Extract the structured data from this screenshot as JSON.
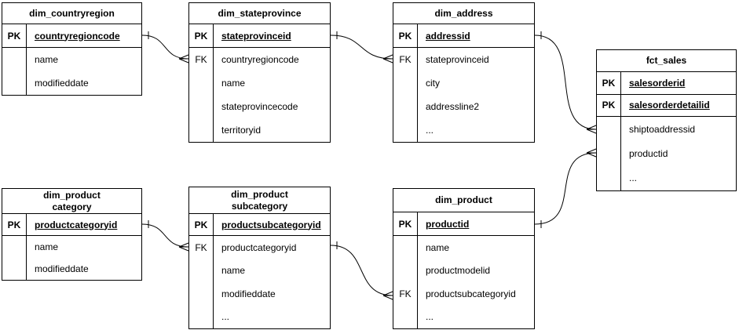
{
  "canvas": {
    "background_color": "#ffffff",
    "line_color": "#000000",
    "text_color": "#000000",
    "notation": "crow's foot"
  },
  "tables": [
    {
      "name": "dim_countryregion",
      "title": "dim_countryregion",
      "rows": [
        {
          "key": "PK",
          "label": "countryregioncode"
        },
        {
          "key": "",
          "label": "name"
        },
        {
          "key": "",
          "label": "modifieddate"
        }
      ]
    },
    {
      "name": "dim_stateprovince",
      "title": "dim_stateprovince",
      "rows": [
        {
          "key": "PK",
          "label": "stateprovinceid"
        },
        {
          "key": "FK",
          "label": "countryregioncode"
        },
        {
          "key": "",
          "label": "name"
        },
        {
          "key": "",
          "label": "stateprovincecode"
        },
        {
          "key": "",
          "label": "territoryid"
        }
      ]
    },
    {
      "name": "dim_address",
      "title": "dim_address",
      "rows": [
        {
          "key": "PK",
          "label": "addressid"
        },
        {
          "key": "FK",
          "label": "stateprovinceid"
        },
        {
          "key": "",
          "label": "city"
        },
        {
          "key": "",
          "label": "addressline2"
        },
        {
          "key": "",
          "label": "..."
        }
      ]
    },
    {
      "name": "fct_sales",
      "title": "fct_sales",
      "rows": [
        {
          "key": "PK",
          "label": "salesorderid"
        },
        {
          "key": "PK",
          "label": "salesorderdetailid"
        },
        {
          "key": "",
          "label": "shiptoaddressid"
        },
        {
          "key": "",
          "label": "productid"
        },
        {
          "key": "",
          "label": "..."
        }
      ]
    },
    {
      "name": "dim_productcategory",
      "title": "dim_product\ncategory",
      "rows": [
        {
          "key": "PK",
          "label": "productcategoryid"
        },
        {
          "key": "",
          "label": "name"
        },
        {
          "key": "",
          "label": "modifieddate"
        }
      ]
    },
    {
      "name": "dim_productsubcategory",
      "title": "dim_product\nsubcategory",
      "rows": [
        {
          "key": "PK",
          "label": "productsubcategoryid"
        },
        {
          "key": "FK",
          "label": "productcategoryid"
        },
        {
          "key": "",
          "label": "name"
        },
        {
          "key": "",
          "label": "modifieddate"
        },
        {
          "key": "",
          "label": "..."
        }
      ]
    },
    {
      "name": "dim_product",
      "title": "dim_product",
      "rows": [
        {
          "key": "PK",
          "label": "productid"
        },
        {
          "key": "",
          "label": "name"
        },
        {
          "key": "",
          "label": "productmodelid"
        },
        {
          "key": "FK",
          "label": "productsubcategoryid"
        },
        {
          "key": "",
          "label": "..."
        }
      ]
    }
  ],
  "relationships": [
    {
      "from_table": "dim_countryregion",
      "from_column": "countryregioncode",
      "to_table": "dim_stateprovince",
      "to_column": "countryregioncode",
      "cardinality": "one-to-many"
    },
    {
      "from_table": "dim_stateprovince",
      "from_column": "stateprovinceid",
      "to_table": "dim_address",
      "to_column": "stateprovinceid",
      "cardinality": "one-to-many"
    },
    {
      "from_table": "dim_address",
      "from_column": "addressid",
      "to_table": "fct_sales",
      "to_column": "shiptoaddressid",
      "cardinality": "one-to-many"
    },
    {
      "from_table": "dim_product",
      "from_column": "productid",
      "to_table": "fct_sales",
      "to_column": "productid",
      "cardinality": "one-to-many"
    },
    {
      "from_table": "dim_productcategory",
      "from_column": "productcategoryid",
      "to_table": "dim_productsubcategory",
      "to_column": "productcategoryid",
      "cardinality": "one-to-many"
    },
    {
      "from_table": "dim_productsubcategory",
      "from_column": "productsubcategoryid",
      "to_table": "dim_product",
      "to_column": "productsubcategoryid",
      "cardinality": "one-to-many"
    }
  ]
}
